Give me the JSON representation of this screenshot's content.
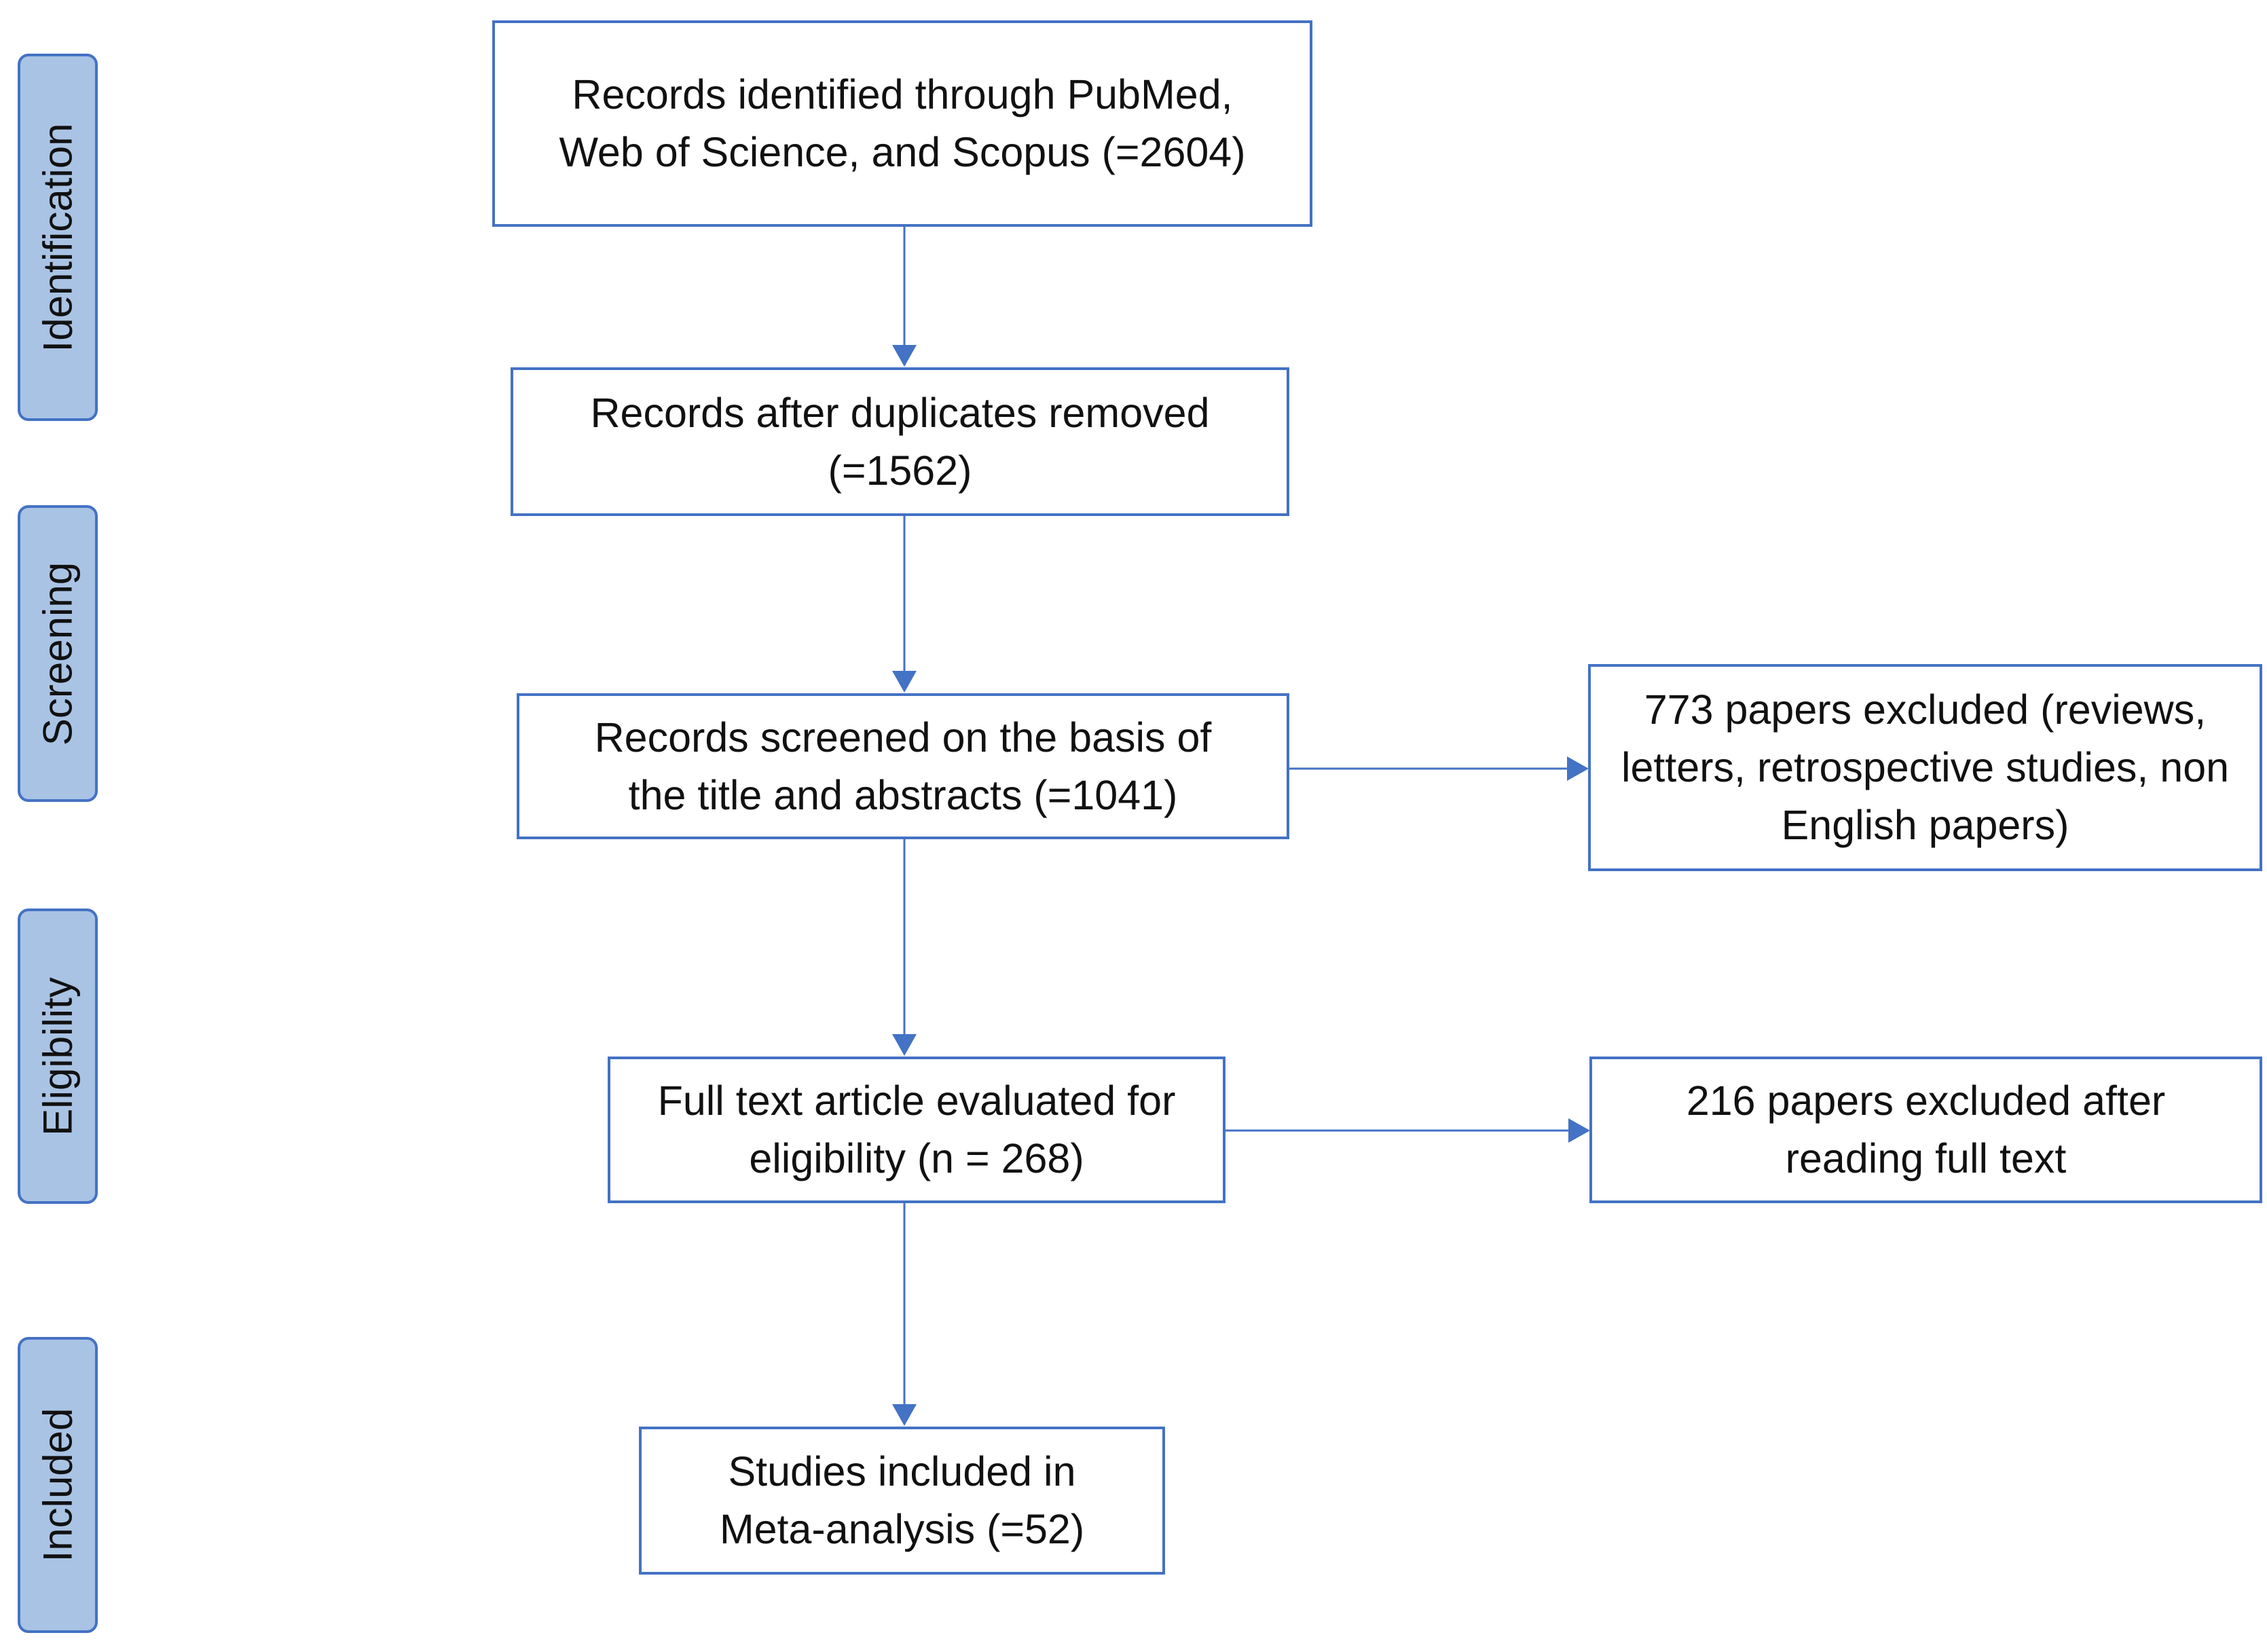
{
  "phases": {
    "identification": "Identification",
    "screening": "Screening",
    "eligibility": "Eligibility",
    "included": "Included"
  },
  "boxes": {
    "records_identified": "Records identified through PubMed, Web of Science, and Scopus (=2604)",
    "duplicates_removed": "Records after duplicates removed (=1562)",
    "records_screened": "Records screened on the basis of the title and abstracts (=1041)",
    "excluded_screening": "773 papers excluded (reviews, letters, retrospective studies, non English papers)",
    "full_text": "Full text article evaluated for eligibility (n = 268)",
    "excluded_full_text": "216 papers excluded after reading full text",
    "included": "Studies included in Meta-analysis (=52)"
  },
  "colors": {
    "border": "#4472c4",
    "arrow": "#4472c4",
    "phase_fill": "#a9c3e4"
  }
}
